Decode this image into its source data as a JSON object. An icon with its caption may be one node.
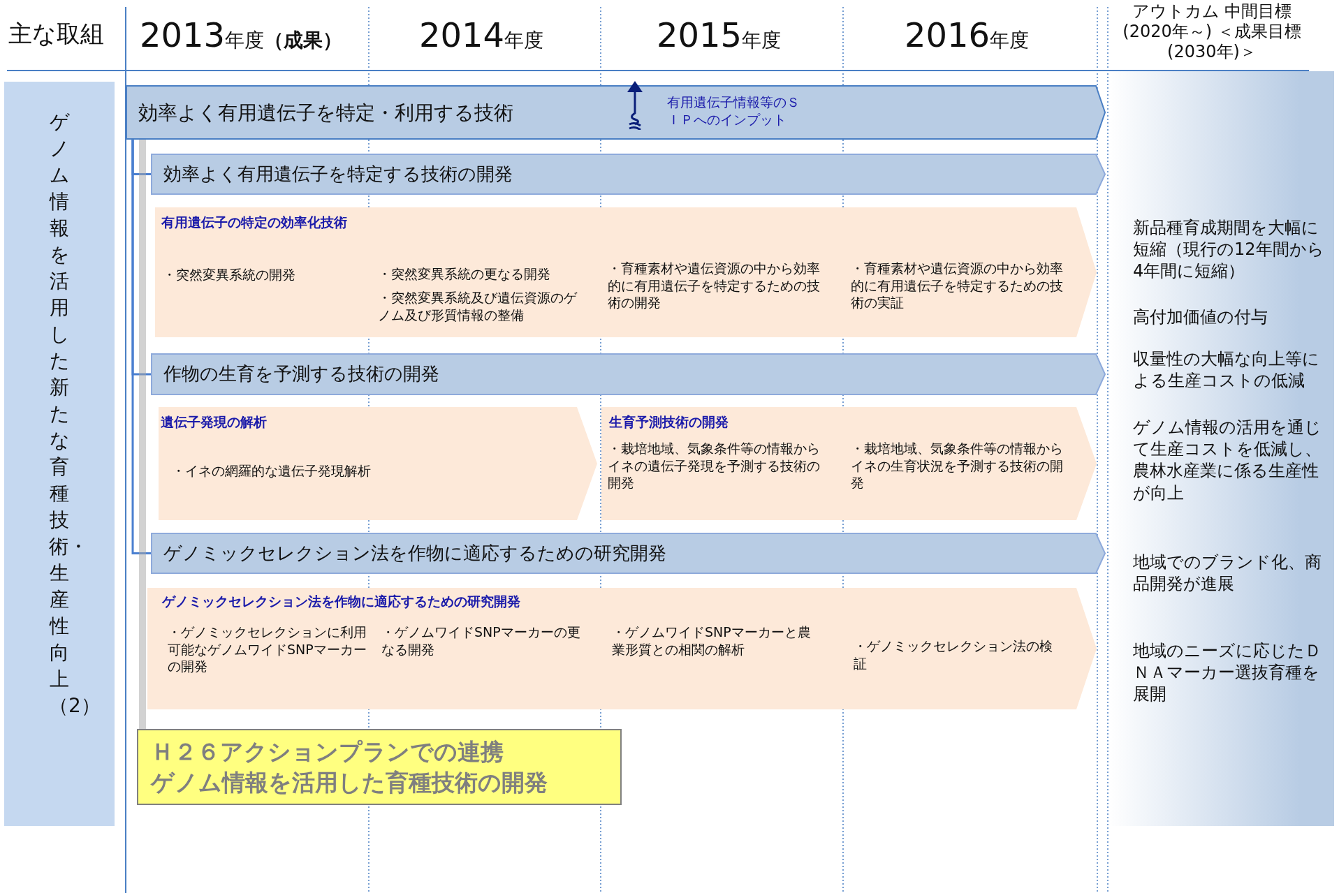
{
  "diagram": {
    "nodes": [
      {
        "text": [
          "ゲノム情報を活用した新たな育種技術・生産性向上（2）"
        ]
      },
      {
        "text": [
          "効率よく有用遺伝子を特定・利用する技術",
          "有用遺伝子情報等のＳＩＰへのインプット"
        ]
      },
      {
        "text": [
          "効率よく有用遺伝子を特定する技術の開発"
        ]
      },
      {
        "text": [
          "有用遺伝子の特定の効率化技術",
          "・突然変異系統の開発",
          "・突然変異系統の更なる開発",
          "・突然変異系統及び遺伝資源のゲノム及び形質情報の整備",
          "・育種素材や遺伝資源の中から効率的に有用遺伝子を特定するための技術の開発",
          "・育種素材や遺伝資源の中から効率的に有用遺伝子を特定するための技術の実証"
        ]
      },
      {
        "text": [
          "作物の生育を予測する技術の開発"
        ]
      },
      {
        "text": [
          "遺伝子発現の解析",
          "・イネの網羅的な遺伝子発現解析"
        ]
      },
      {
        "text": [
          "生育予測技術の開発",
          "・栽培地域、気象条件等の情報からイネの遺伝子発現を予測する技術の開発",
          "・栽培地域、気象条件等の情報からイネの生育状況を予測する技術の開発"
        ]
      },
      {
        "text": [
          "ゲノミックセレクション法を作物に適応するための研究開発"
        ]
      },
      {
        "text": [
          "ゲノミックセレクション法を作物に適応するための研究開発",
          "・ゲノミックセレクションに利用可能なゲノムワイドSNPマーカーの開発",
          "・ゲノムワイドSNPマーカーの更なる開発",
          "・ゲノムワイドSNPマーカーと農業形質との相関の解析",
          "・ゲノミックセレクション法の検証"
        ]
      },
      {
        "text": [
          "Ｈ２６アクションプランでの連携",
          "ゲノム情報を活用した育種技術の開発"
        ]
      },
      {
        "text": [
          "新品種育成期間を大幅に短縮（現行の12年間から4年間に短縮）",
          "高付加価値の付与",
          "収量性の大幅な向上等による生産コストの低減",
          "ゲノム情報の活用を通じて生産コストを低減し、農林水産業に係る生産性が向上",
          "地域でのブランド化、商品開発が進展",
          "地域のニーズに応じたＤＮＡマーカー選抜育種を展開"
        ]
      }
    ],
    "edges": [
      {
        "from": 1,
        "to": 2,
        "arrow": "none"
      },
      {
        "from": 1,
        "to": 4,
        "arrow": "none"
      },
      {
        "from": 1,
        "to": 7,
        "arrow": "none"
      },
      {
        "from": 1,
        "to": 9,
        "arrow": "none",
        "style": "thick",
        "color": "#a6a6a6"
      }
    ],
    "labels": [
      "主な取組",
      "2013年度（成果）",
      "2014年度",
      "2015年度",
      "2016年度",
      "アウトカム 中間目標(2020年～) ＜成果目標(2030年)＞"
    ]
  }
}
